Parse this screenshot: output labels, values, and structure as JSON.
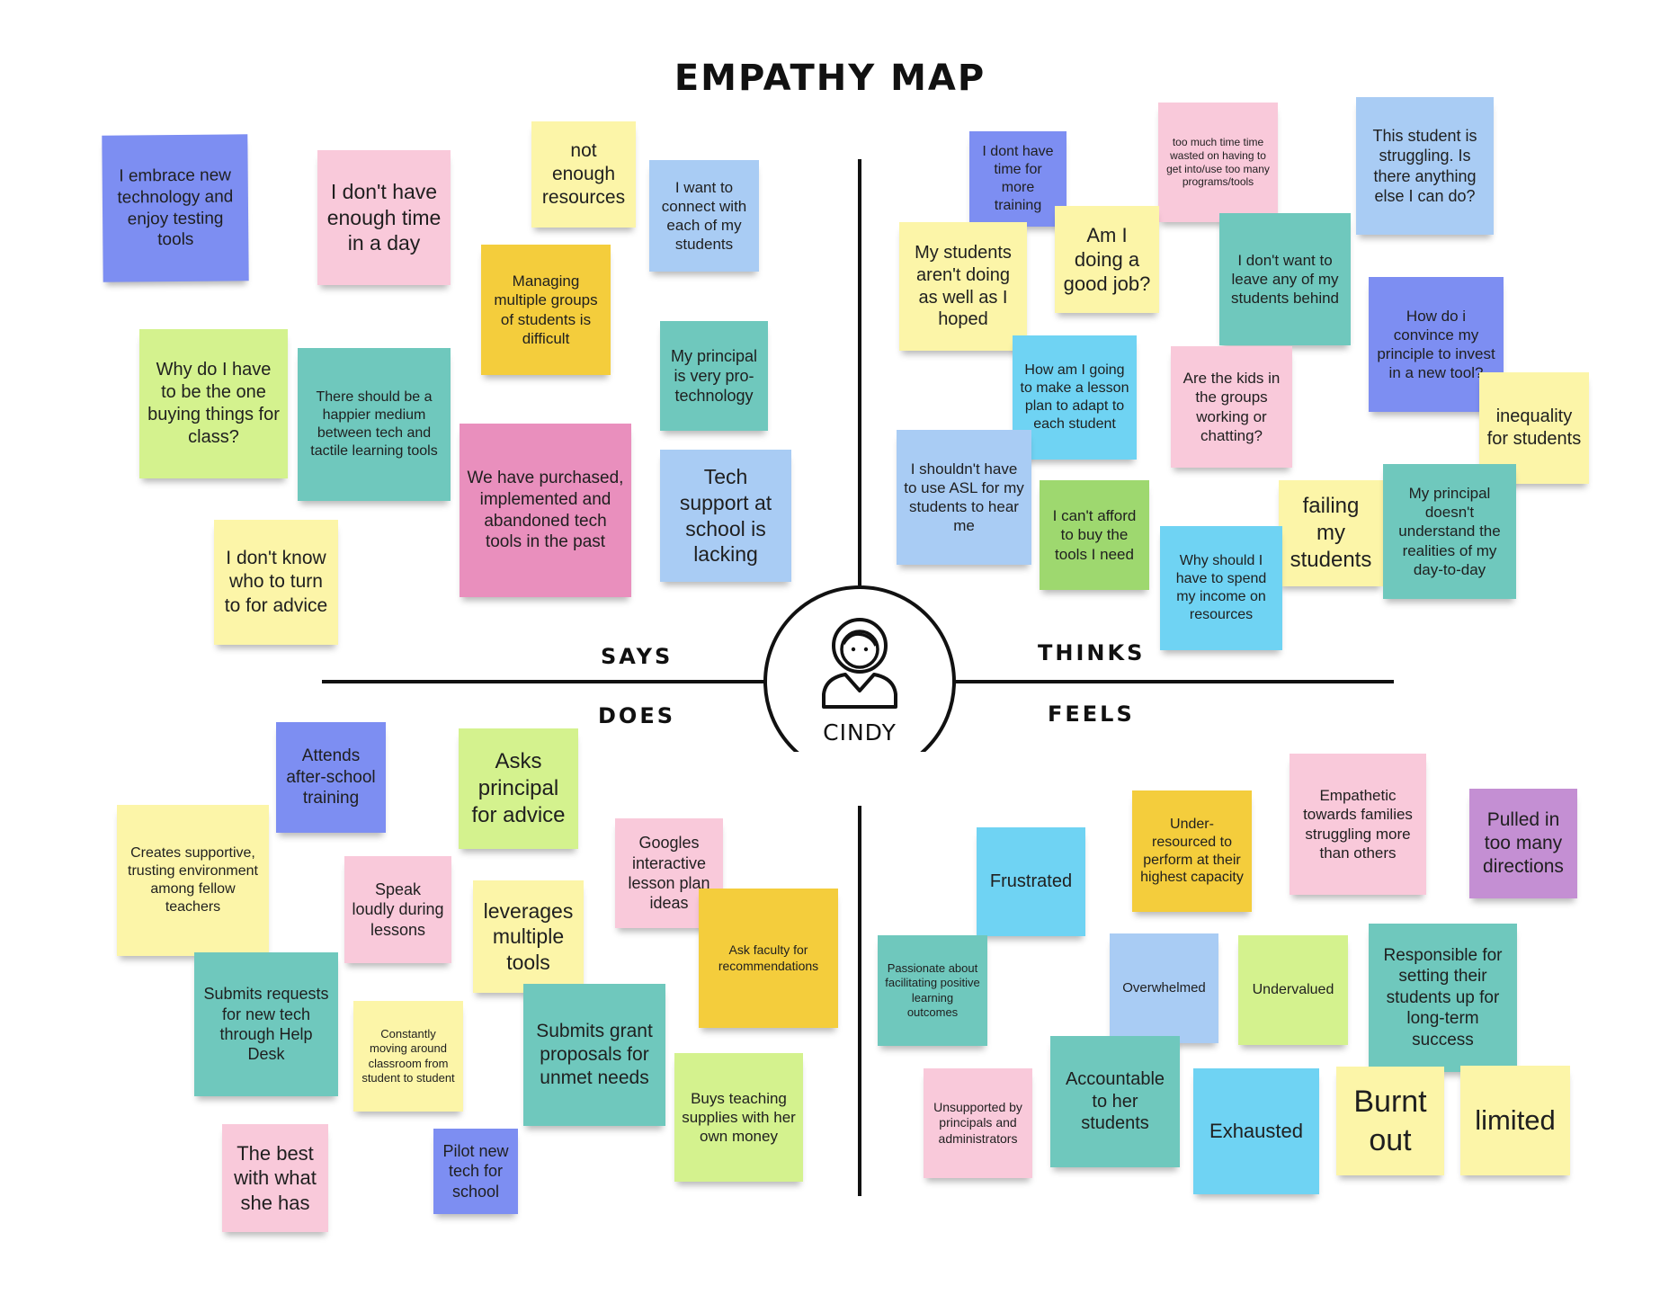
{
  "title": "EMPATHY MAP",
  "persona": {
    "name": "CINDY",
    "icon": "person-icon"
  },
  "quadrants": {
    "says": "SAYS",
    "thinks": "THINKS",
    "does": "DOES",
    "feels": "FEELS"
  },
  "colors": {
    "blue": "#7d8ef2",
    "pink": "#f9c9da",
    "yellow": "#fcf5a8",
    "lightblue": "#a9ccf4",
    "gold": "#f4cd3c",
    "lime": "#d4f28e",
    "teal": "#6fc8bd",
    "magenta": "#e98fbd",
    "cyan": "#6fd3f3",
    "green": "#9ed86f",
    "purple": "#c48fd3"
  },
  "notes": {
    "says": [
      "I embrace new technology and enjoy testing tools",
      "I don't have enough time in a day",
      "not enough resources",
      "I want to connect with each of my students",
      "Managing multiple groups of students is difficult",
      "Why do I have to be the one buying things for class?",
      "There should be a happier medium between tech and tactile learning tools",
      "My principal is very pro-technology",
      "We have purchased, implemented and abandoned tech tools in the past",
      "Tech support at school is lacking",
      "I don't know who to turn to for advice"
    ],
    "thinks": [
      "I dont have time for more training",
      "too much time time wasted on having to get into/use too many programs/tools",
      "This student is struggling. Is there anything else I can do?",
      "My students aren't doing as well as I hoped",
      "Am I doing a good job?",
      "I don't want to leave any of my students behind",
      "How do i convince my principle to invest in a new tool?",
      "How am I going to make a lesson plan to adapt to each student",
      "Are the kids in the groups working or chatting?",
      "inequality for students",
      "I shouldn't have to use ASL for my students to hear me",
      "I can't afford to buy the tools I need",
      "failing my students",
      "My principal doesn't understand the realities of my day-to-day",
      "Why should I have to spend my income on resources"
    ],
    "does": [
      "Attends after-school training",
      "Asks principal for advice",
      "Creates supportive, trusting environment among fellow teachers",
      "Googles interactive lesson plan ideas",
      "Speak loudly during lessons",
      "leverages multiple tools",
      "Ask faculty for recommendations",
      "Submits requests for new tech through Help Desk",
      "Constantly moving around classroom from student to student",
      "Submits grant proposals for unmet needs",
      "Buys teaching supplies with her own money",
      "The best with what she has",
      "Pilot new tech for school"
    ],
    "feels": [
      "Under-resourced to perform at their highest capacity",
      "Empathetic towards families struggling more than others",
      "Pulled in too many directions",
      "Frustrated",
      "Passionate about facilitating positive learning outcomes",
      "Overwhelmed",
      "Undervalued",
      "Responsible for setting their students up for long-term success",
      "Accountable to her students",
      "Unsupported by principals and administrators",
      "Exhausted",
      "Burnt out",
      "limited"
    ]
  }
}
